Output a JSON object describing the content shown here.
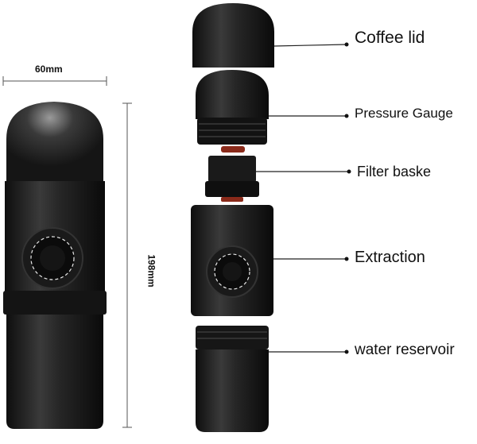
{
  "dimensions": {
    "width_label": "60mm",
    "height_label": "198mm"
  },
  "parts": [
    {
      "id": "coffee-lid",
      "label": "Coffee lid"
    },
    {
      "id": "pressure-gauge",
      "label": "Pressure Gauge"
    },
    {
      "id": "filter-basket",
      "label": "Filter baske"
    },
    {
      "id": "extraction",
      "label": "Extraction"
    },
    {
      "id": "water-reservoir",
      "label": "water reservoir"
    }
  ],
  "colors": {
    "body": "#1b1b1b",
    "body_highlight": "#4a4a4a",
    "ring": "#0d0d0d",
    "gasket": "#8a2a1a",
    "leader": "#222222"
  }
}
